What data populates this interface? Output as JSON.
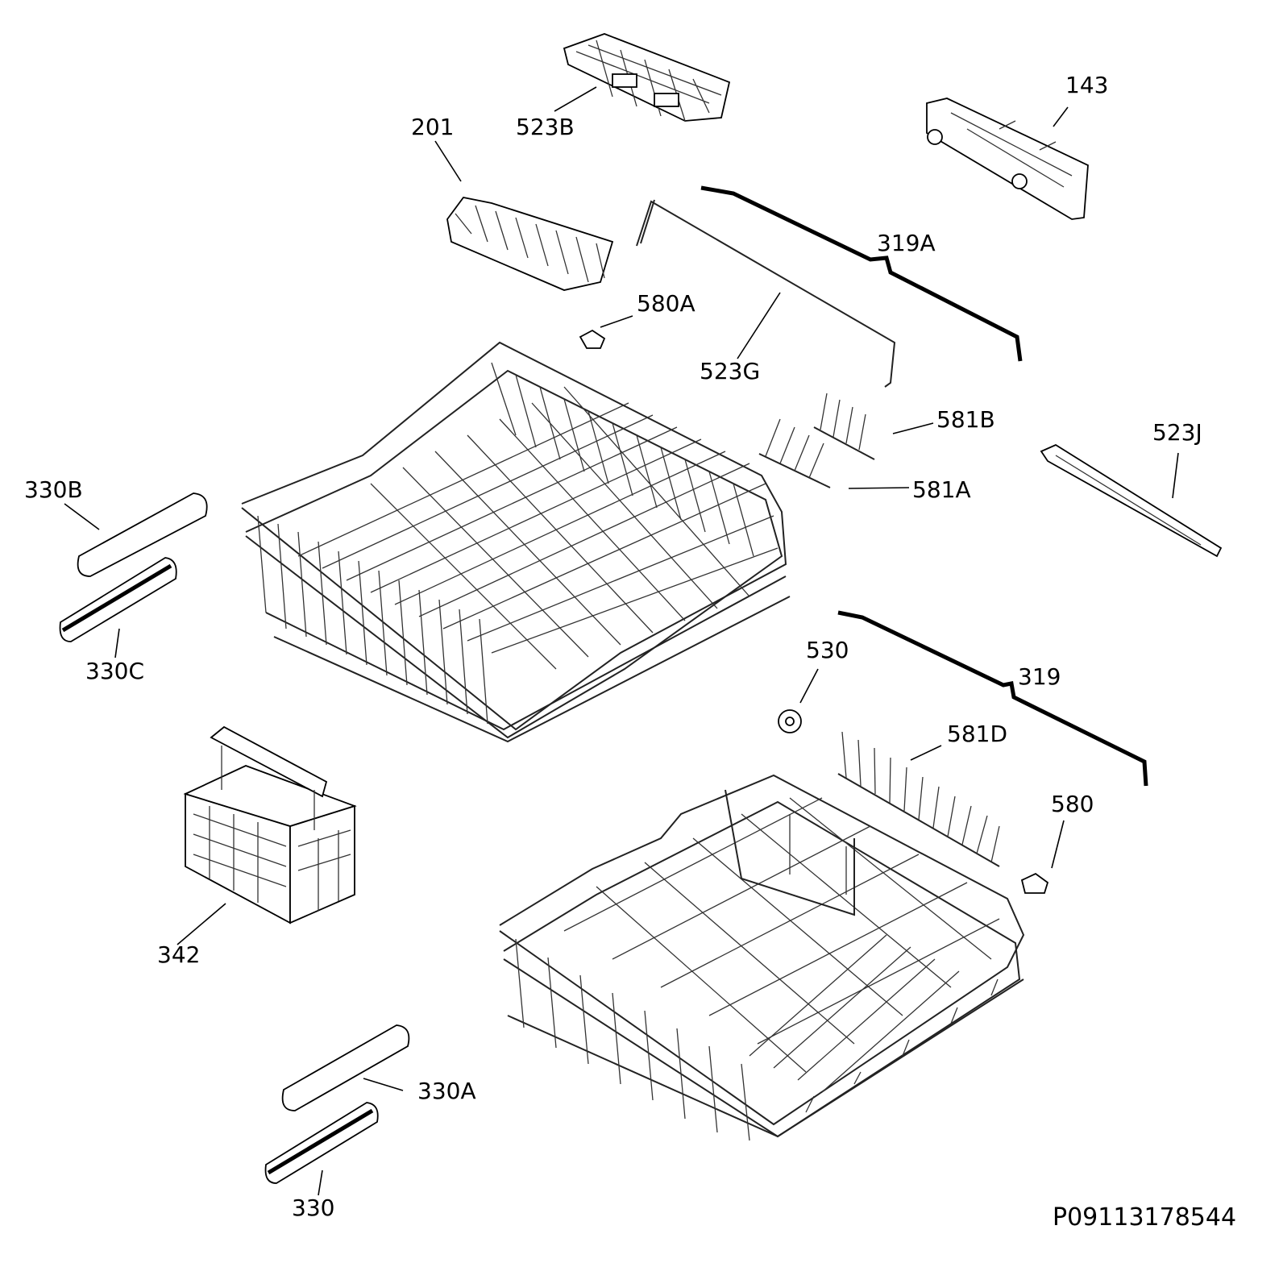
{
  "labels": {
    "l143": "143",
    "l201": "201",
    "l523B": "523B",
    "l319A": "319A",
    "l580A": "580A",
    "l523G": "523G",
    "l581B": "581B",
    "l523J": "523J",
    "l581A": "581A",
    "l330B": "330B",
    "l330C": "330C",
    "l530": "530",
    "l319": "319",
    "l581D": "581D",
    "l580": "580",
    "l342": "342",
    "l330A": "330A",
    "l330": "330"
  },
  "document_id": "P09113178544"
}
